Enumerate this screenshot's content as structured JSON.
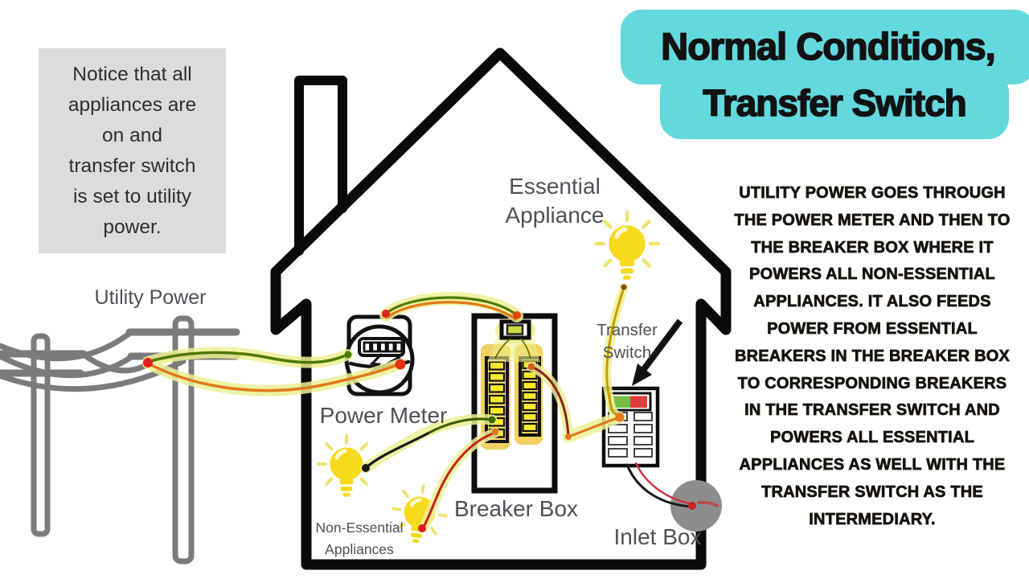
{
  "banner": {
    "line1": "Normal Conditions,",
    "line2": "Transfer Switch"
  },
  "note": {
    "text": "Notice that all\nappliances are\non and\ntransfer switch\nis set to utility\npower."
  },
  "description": {
    "text": "UTILITY POWER GOES THROUGH\nTHE POWER METER AND THEN TO\nTHE BREAKER BOX WHERE IT\nPOWERS ALL NON-ESSENTIAL\nAPPLIANCES.  IT ALSO FEEDS\nPOWER FROM ESSENTIAL\nBREAKERS IN THE BREAKER BOX\nTO CORRESPONDING BREAKERS\nIN THE TRANSFER SWITCH AND\nPOWERS ALL ESSENTIAL\nAPPLIANCES AS WELL WITH THE\nTRANSFER SWITCH AS THE\nINTERMEDIARY."
  },
  "labels": {
    "utility_power": "Utility Power",
    "power_meter": "Power Meter",
    "breaker_box": "Breaker Box",
    "essential_appliance": "Essential\nAppliance",
    "transfer_switch": "Transfer\nSwitch",
    "inlet_box": "Inlet Box",
    "non_essential": "Non-Essential\nAppliances"
  },
  "colors": {
    "banner_bg": "#63D9DE",
    "note_bg": "#DCDCDC",
    "house_outline": "#0a0a0a",
    "pole_gray": "#7b7b7b",
    "inlet_gray": "#8d8d8d",
    "bulb_yellow": "#F7D91E",
    "panel_gold": "#F1D063",
    "breaker_yellow": "#F9E92E",
    "wire_glow": "#EDF094",
    "wire_green": "#4F7A00",
    "wire_orange": "#E0791A",
    "wire_red": "#D61F1F",
    "wire_dark_red": "#8A2020",
    "wire_gold": "#C99A00",
    "toggle_green": "#74BE44",
    "toggle_red": "#E23B3B"
  }
}
